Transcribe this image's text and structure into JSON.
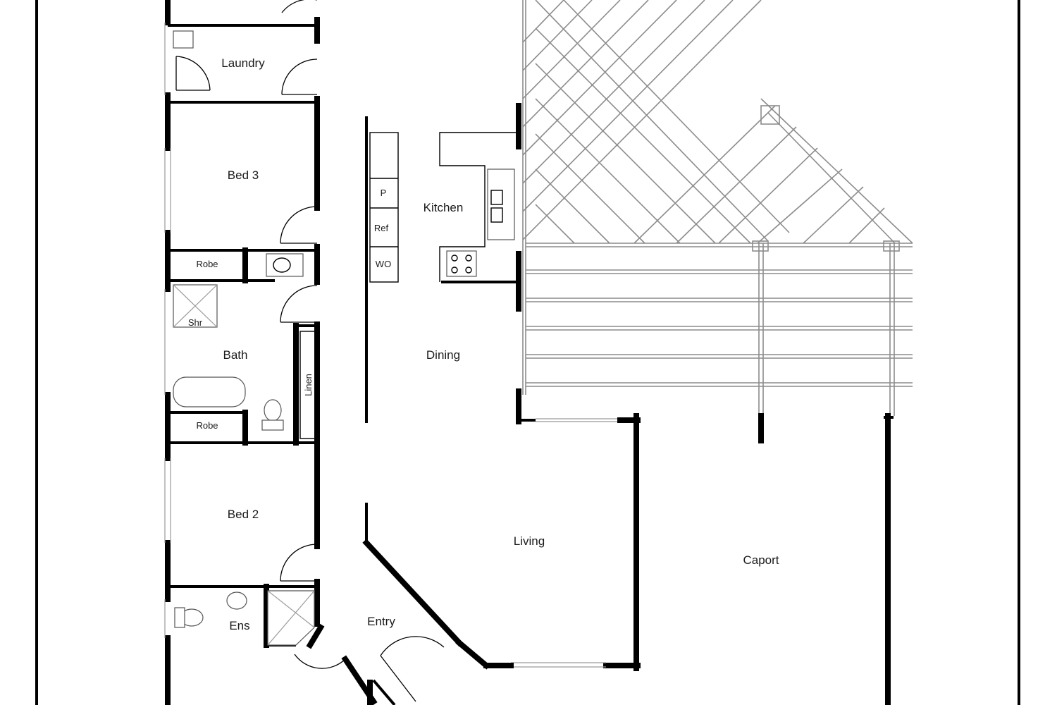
{
  "floor_plan": {
    "rooms": {
      "laundry": "Laundry",
      "bed3": "Bed 3",
      "kitchen": "Kitchen",
      "pantry": "P",
      "ref": "Ref",
      "wo": "WO",
      "robe_upper": "Robe",
      "shower": "Shr",
      "bath": "Bath",
      "linen": "Linen",
      "dining": "Dining",
      "robe_lower": "Robe",
      "bed2": "Bed 2",
      "living": "Living",
      "caport": "Caport",
      "ensuite": "Ens",
      "entry": "Entry"
    }
  }
}
